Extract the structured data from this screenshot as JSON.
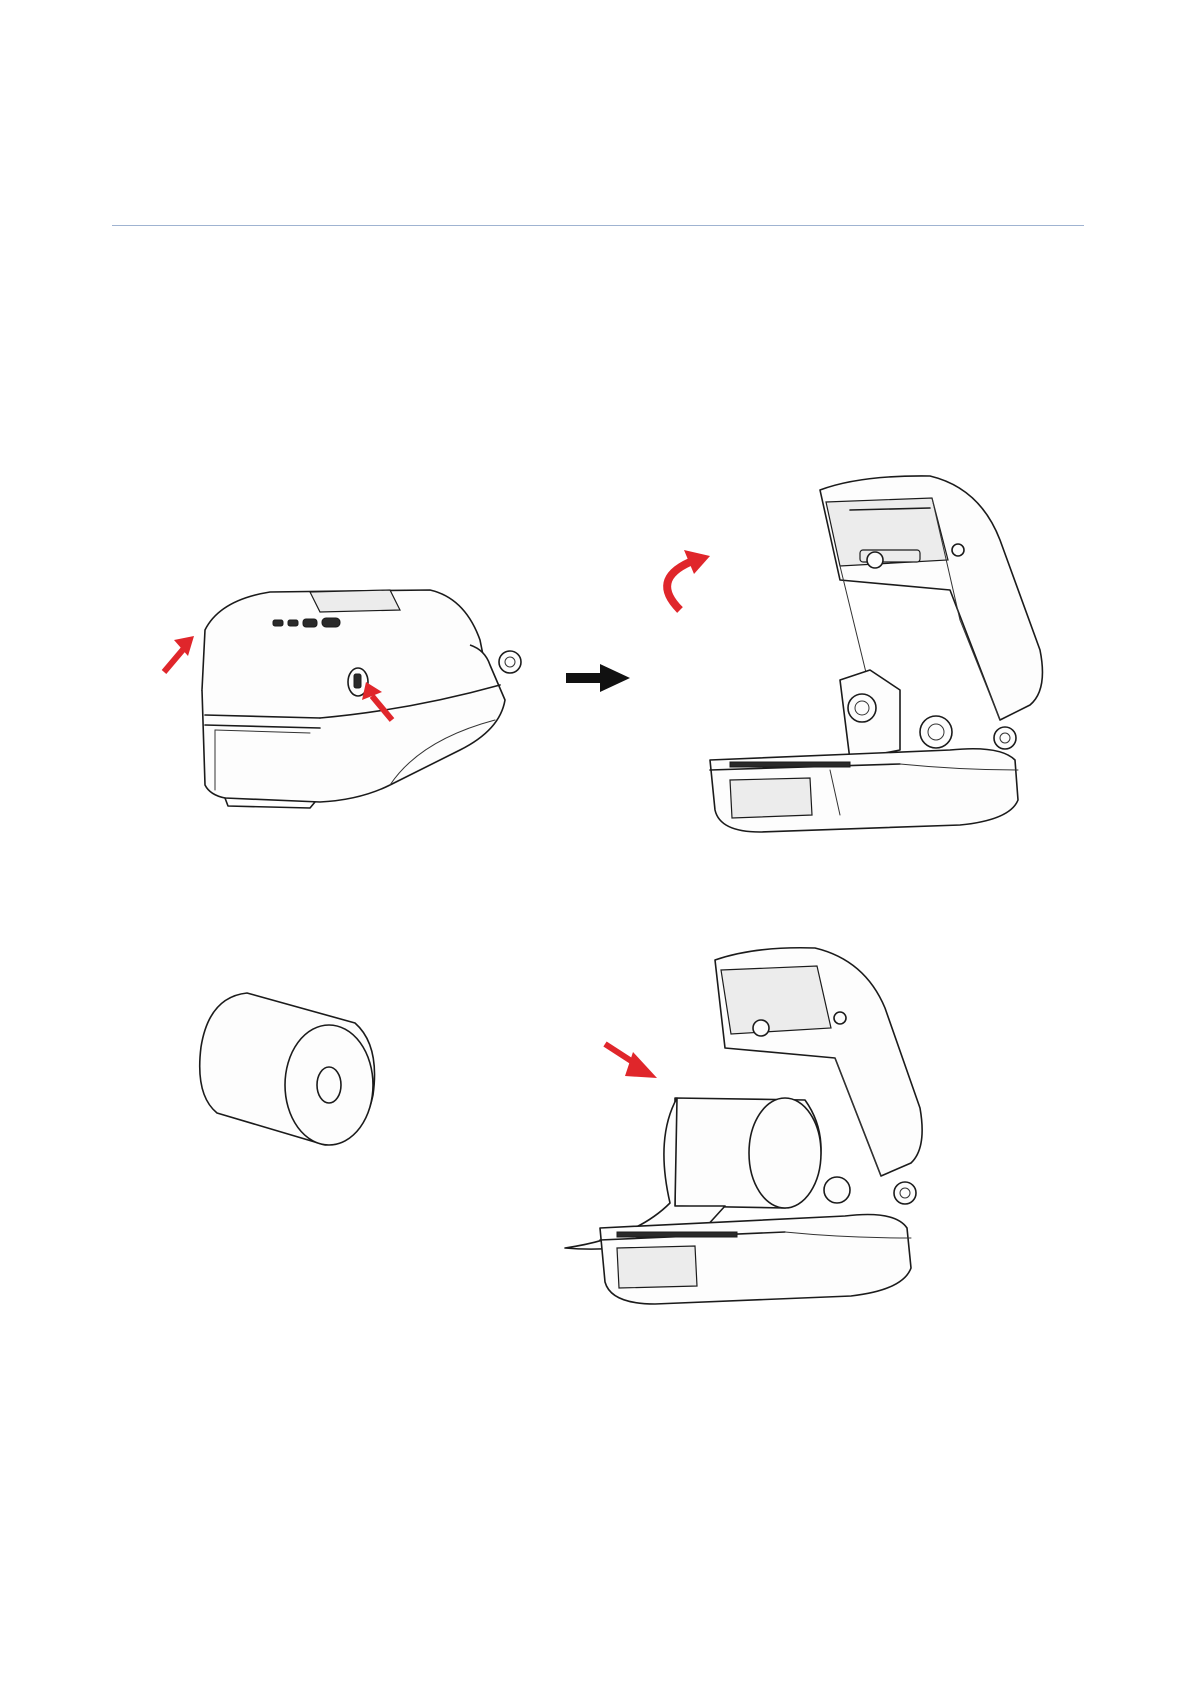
{
  "page": {
    "background": "#ffffff",
    "rule_color": "#9fb3d1"
  },
  "figures": [
    {
      "name": "closed-printer",
      "icon": "printer-closed-icon"
    },
    {
      "name": "step-arrow",
      "icon": "arrow-right-icon",
      "color": "#111111"
    },
    {
      "name": "open-printer",
      "icon": "printer-open-icon",
      "accent": "#e0262b"
    },
    {
      "name": "label-roll",
      "icon": "paper-roll-icon"
    },
    {
      "name": "printer-loading-roll",
      "icon": "printer-open-with-roll-icon",
      "accent": "#e0262b"
    }
  ],
  "colors": {
    "arrow_red": "#e0262b",
    "arrow_black": "#111111",
    "line": "#1b1b1b"
  }
}
